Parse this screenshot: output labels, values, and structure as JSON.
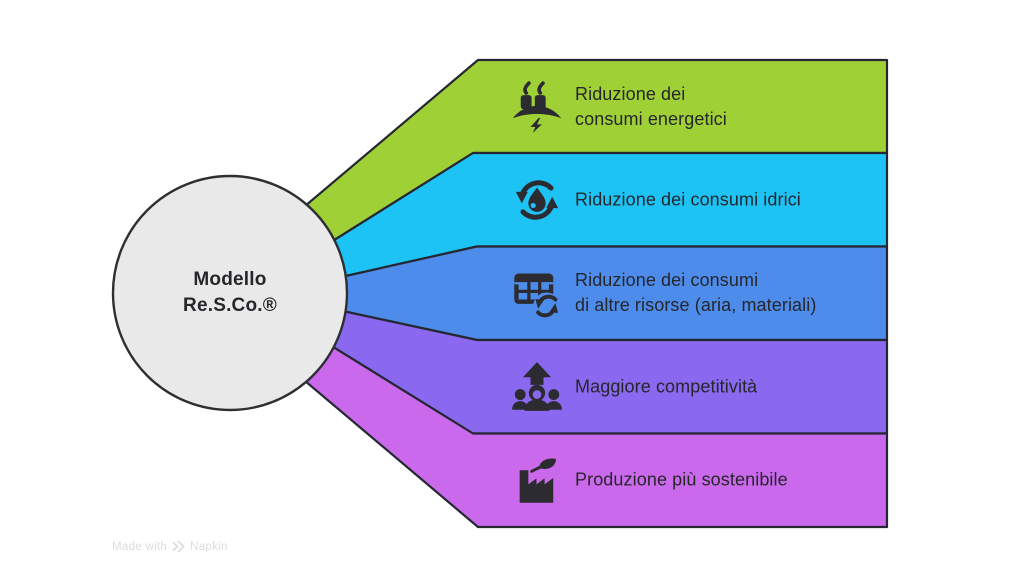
{
  "hub": {
    "label": "Modello\nRe.S.Co.®",
    "fill_color": "#e9e9e9",
    "outline_color": "#2e2e33"
  },
  "outline_color": "#252833",
  "bands": [
    {
      "label": "Riduzione dei\nconsumi energetici",
      "icon": "energy-factory-icon",
      "color": "#9fd137"
    },
    {
      "label": "Riduzione dei consumi idrici",
      "icon": "water-recycle-icon",
      "color": "#1ec3f5"
    },
    {
      "label": "Riduzione dei consumi\ndi altre risorse (aria, materiali)",
      "icon": "table-sync-icon",
      "color": "#4e8ceb"
    },
    {
      "label": "Maggiore competitività",
      "icon": "team-growth-icon",
      "color": "#8a68f0"
    },
    {
      "label": "Produzione più sostenibile",
      "icon": "eco-factory-icon",
      "color": "#ca69eb"
    }
  ],
  "footer": {
    "made_with": "Made with",
    "brand": "Napkin",
    "logo": "napkin-logo-icon"
  }
}
